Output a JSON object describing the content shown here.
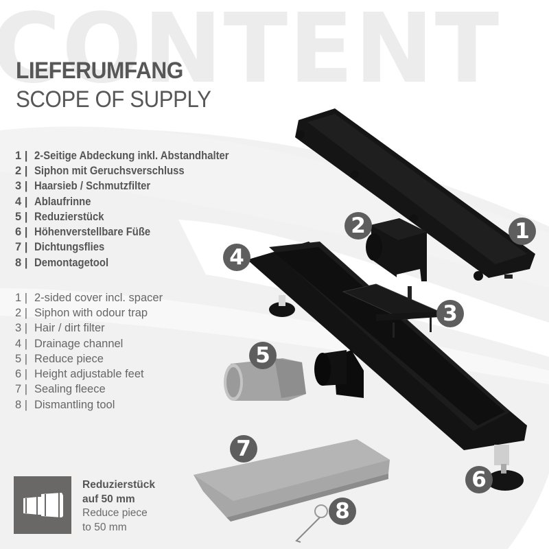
{
  "watermark": "CONTENT",
  "header": {
    "title_de": "LIEFERUMFANG",
    "title_en": "SCOPE OF SUPPLY"
  },
  "list_de": [
    {
      "num": "1 |",
      "label": "2-Seitige Abdeckung inkl. Abstandhalter"
    },
    {
      "num": "2 |",
      "label": "Siphon mit Geruchsverschluss"
    },
    {
      "num": "3 |",
      "label": "Haarsieb / Schmutzfilter"
    },
    {
      "num": "4 |",
      "label": "Ablaufrinne"
    },
    {
      "num": "5 |",
      "label": "Reduzierstück"
    },
    {
      "num": "6 |",
      "label": "Höhenverstellbare Füße"
    },
    {
      "num": "7 |",
      "label": "Dichtungsflies"
    },
    {
      "num": "8 |",
      "label": "Demontagetool"
    }
  ],
  "list_en": [
    {
      "num": "1 |",
      "label": "2-sided cover incl. spacer"
    },
    {
      "num": "2 |",
      "label": "Siphon with odour trap"
    },
    {
      "num": "3 |",
      "label": "Hair / dirt filter"
    },
    {
      "num": "4 |",
      "label": "Drainage channel"
    },
    {
      "num": "5 |",
      "label": "Reduce piece"
    },
    {
      "num": "6 |",
      "label": "Height adjustable feet"
    },
    {
      "num": "7 |",
      "label": "Sealing fleece"
    },
    {
      "num": "8 |",
      "label": "Dismantling tool"
    }
  ],
  "info": {
    "icon": "reducer-pipe-icon",
    "title_de_line1": "Reduzierstück",
    "title_de_line2": "auf 50 mm",
    "title_en_line1": "Reduce piece",
    "title_en_line2": "to 50 mm"
  },
  "badges": {
    "b1": "1",
    "b2": "2",
    "b3": "3",
    "b4": "4",
    "b5": "5",
    "b6": "6",
    "b7": "7",
    "b8": "8"
  },
  "colors": {
    "background": "#efefef",
    "swoosh": "#ffffff",
    "text": "#575757",
    "badge": "#5e5e5e",
    "product": "#111111"
  }
}
